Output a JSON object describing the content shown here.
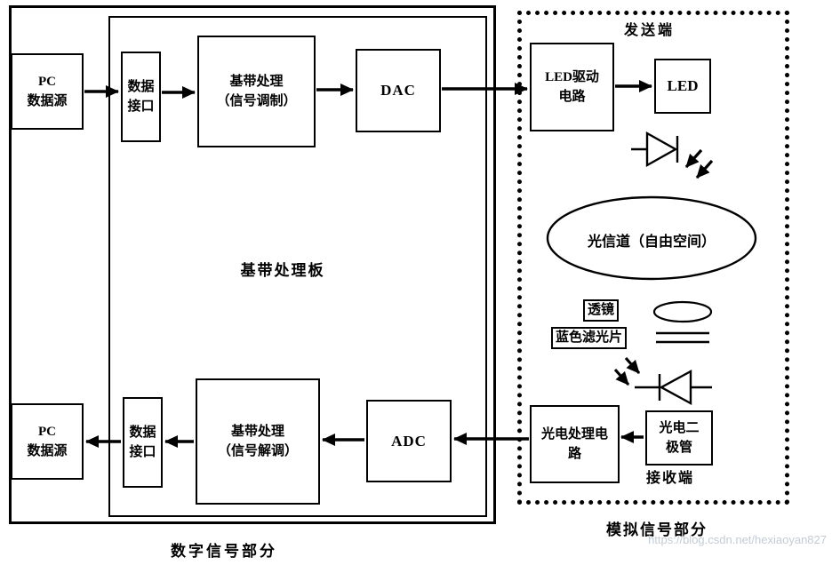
{
  "watermark": "https://blog.csdn.net/hexiaoyan827",
  "digital": {
    "section_label": "数字信号部分",
    "board_label": "基带处理板",
    "boxes": {
      "tx_pc": "PC\n数据源",
      "tx_interface": "数据\n接口",
      "tx_baseband": "基带处理\n（信号调制）",
      "dac": "DAC",
      "adc": "ADC",
      "rx_baseband": "基带处理\n（信号解调）",
      "rx_interface": "数据\n接口",
      "rx_pc": "PC\n数据源"
    }
  },
  "analog": {
    "section_label": "模拟信号部分",
    "send_end_label": "发送端",
    "receive_end_label": "接收端",
    "channel_label": "光信道（自由空间）",
    "lens_label": "透镜",
    "filter_label": "蓝色滤光片",
    "boxes": {
      "led_driver": "LED驱动\n电路",
      "led": "LED",
      "photo_circuit": "光电处理电\n路",
      "photodiode": "光电二\n极管"
    }
  }
}
